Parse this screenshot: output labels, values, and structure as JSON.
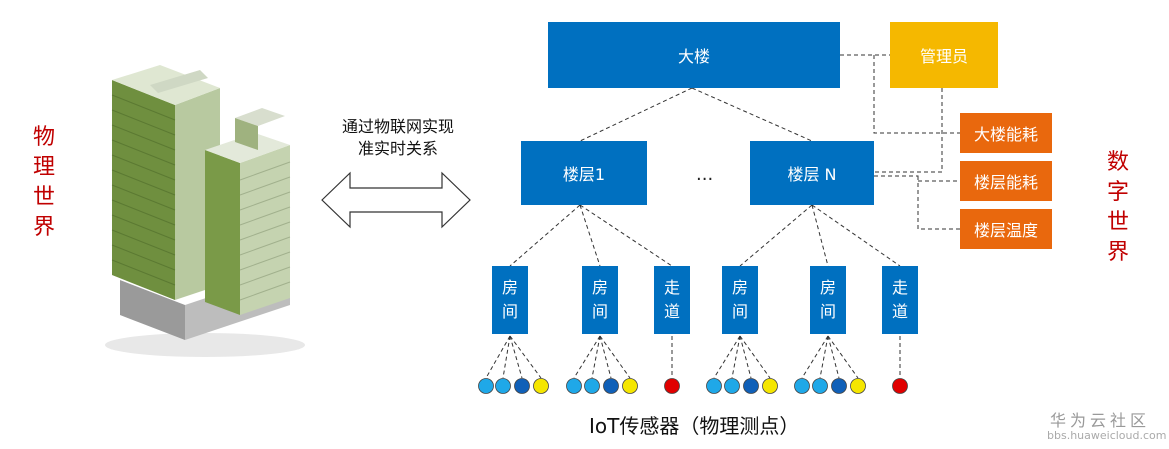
{
  "physical_world": {
    "label": "物理世界"
  },
  "digital_world": {
    "label": "数字世界"
  },
  "connection": {
    "line1": "通过物联网实现",
    "line2": "准实时关系"
  },
  "building": {
    "label": "大楼"
  },
  "manager": {
    "label": "管理员"
  },
  "floors": [
    {
      "label": "楼层1"
    },
    {
      "label": "楼层 N"
    }
  ],
  "ellipsis": "...",
  "metrics": [
    {
      "label": "大楼能耗"
    },
    {
      "label": "楼层能耗"
    },
    {
      "label": "楼层温度"
    }
  ],
  "rooms": [
    {
      "line1": "房",
      "line2": "间"
    },
    {
      "line1": "房",
      "line2": "间"
    },
    {
      "line1": "走",
      "line2": "道"
    },
    {
      "line1": "房",
      "line2": "间"
    },
    {
      "line1": "房",
      "line2": "间"
    },
    {
      "line1": "走",
      "line2": "道"
    }
  ],
  "sensor_colors": {
    "light_blue": "#1fa8e8",
    "dark_blue": "#1060b8",
    "yellow": "#f5e600",
    "red": "#e00000"
  },
  "sensor_caption": "IoT传感器（物理测点）",
  "watermark": {
    "title": "华为云社区",
    "url": "bbs.huaweicloud.com"
  },
  "colors": {
    "box_blue": "#0070c0",
    "manager_gold": "#f5b800",
    "metric_orange": "#e9680d",
    "world_red": "#c00000"
  }
}
